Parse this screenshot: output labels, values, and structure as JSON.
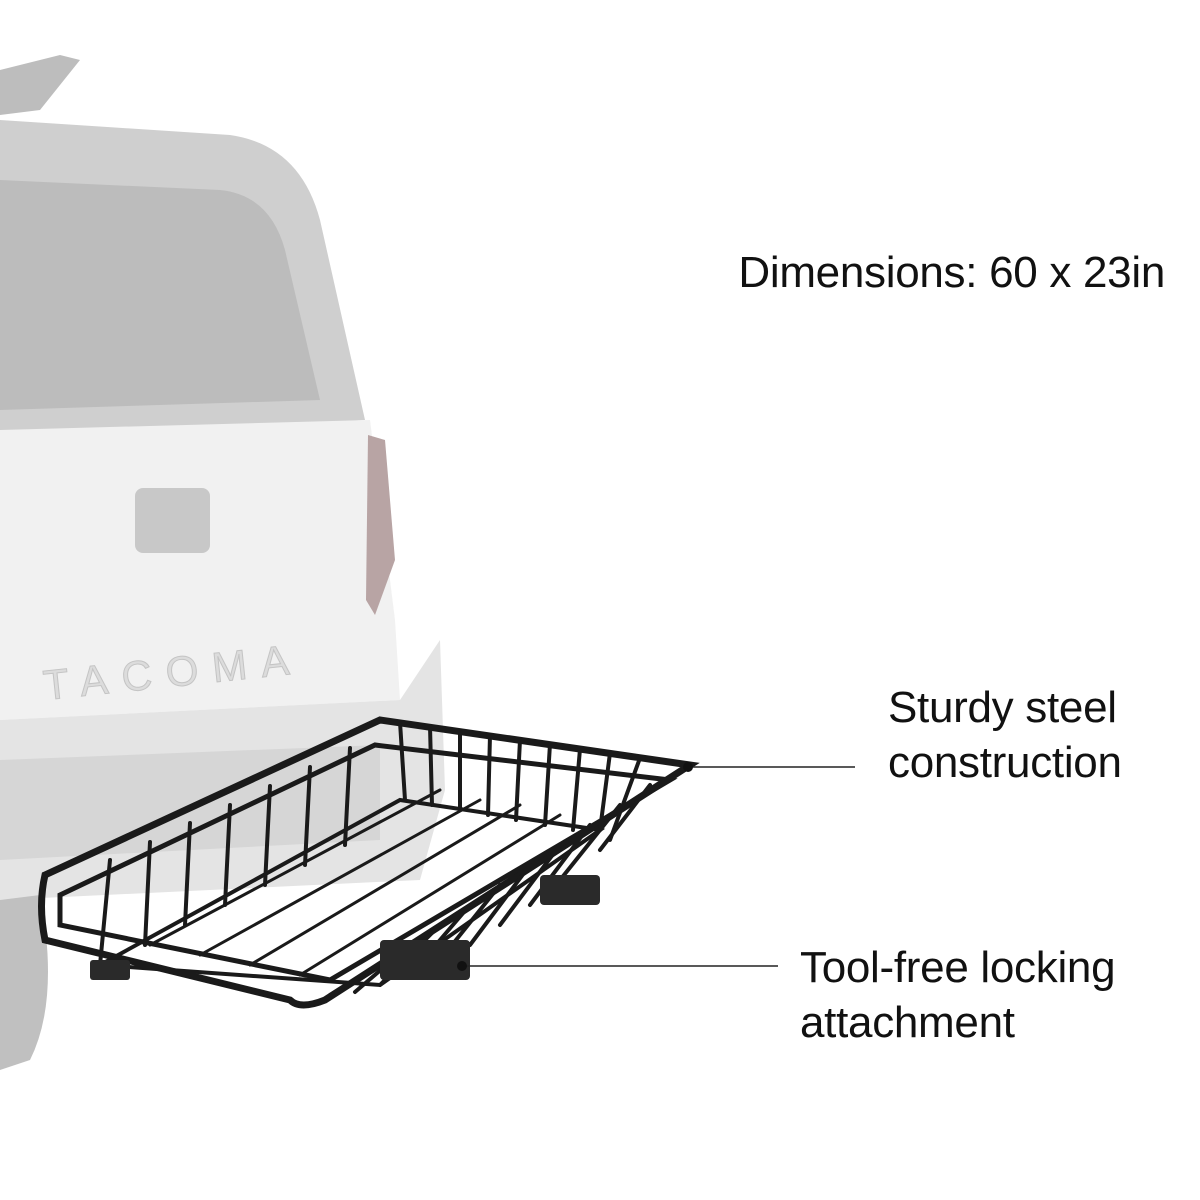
{
  "dimensions": {
    "label": "Dimensions:",
    "value": "60 x 23in"
  },
  "callouts": [
    {
      "line1": "Sturdy steel",
      "line2": "construction"
    },
    {
      "line1": "Tool-free locking",
      "line2": "attachment"
    }
  ],
  "vehicle_badge": "TACOMA",
  "colors": {
    "text": "#111111",
    "vehicle": "#d8d8d8",
    "rack": "#1a1a1a"
  }
}
